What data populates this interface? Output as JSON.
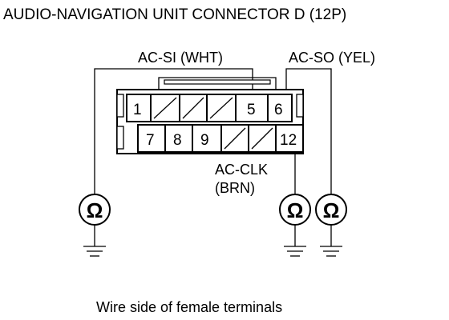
{
  "title": "AUDIO-NAVIGATION UNIT CONNECTOR D (12P)",
  "signals": {
    "ac_si": "AC-SI (WHT)",
    "ac_so": "AC-SO (YEL)",
    "ac_clk_line1": "AC-CLK",
    "ac_clk_line2": "(BRN)"
  },
  "pins": {
    "top": [
      "1",
      "",
      "",
      "",
      "5",
      "6"
    ],
    "bottom": [
      "7",
      "8",
      "9",
      "",
      "",
      "12"
    ]
  },
  "meter_symbol": "Ω",
  "caption": "Wire side of female terminals"
}
